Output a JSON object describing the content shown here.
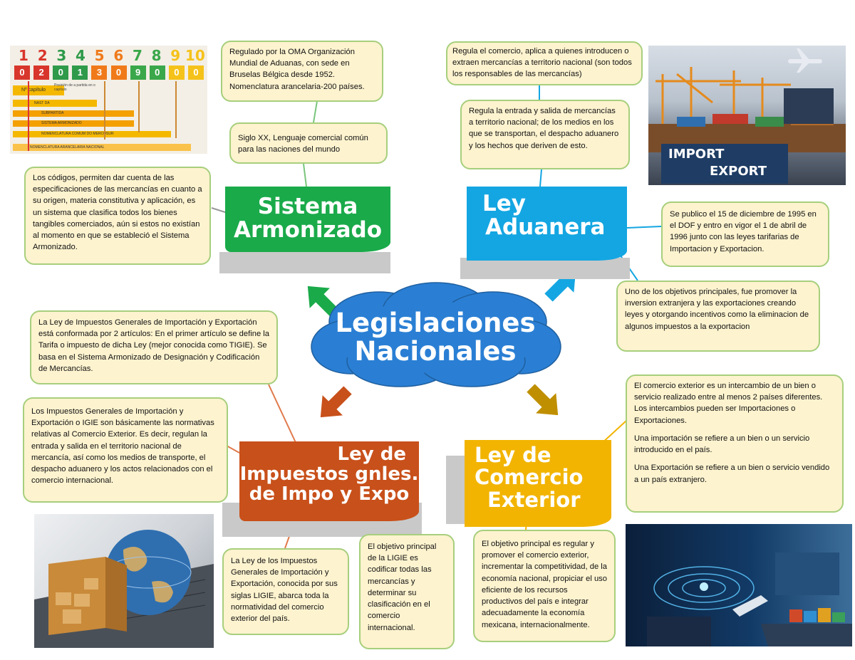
{
  "center": {
    "line1": "Legislaciones",
    "line2": "Nacionales",
    "color": "#2a7fd4"
  },
  "branches": {
    "sistema": {
      "line1": "Sistema",
      "line2": "Armonizado",
      "color": "#1aaa4a"
    },
    "aduanera": {
      "line1": "Ley",
      "line2": "Aduanera",
      "color": "#14a6e2"
    },
    "impuestos": {
      "line1": "Ley de",
      "line2": "Impuestos gnles.",
      "line3": "de Impo y Expo",
      "color": "#c8501a"
    },
    "comercio": {
      "line1": "Ley de",
      "line2": "Comercio",
      "line3": "Exterior",
      "color": "#f2b400"
    }
  },
  "notes": {
    "oma": "Regulado por la OMA Organización Mundial de Aduanas, con sede en Bruselas Bélgica desde 1952. Nomenclatura arancelaria-200 países.",
    "siglo": "Siglo XX, Lenguaje comercial común para las naciones del mundo",
    "codigos": "Los códigos, permiten dar cuenta de las especificaciones de las mercancías en cuanto a su origen, materia constitutiva y aplicación, es un sistema que clasifica todos los bienes tangibles comerciados, aún si estos no existían al momento en que se estableció el Sistema Armonizado.",
    "regula_comercio": "Regula el comercio, aplica a quienes introducen o extraen mercancías a territorio nacional (son todos los responsables de las mercancías)",
    "regula_entrada": "Regula la entrada y salida de mercancías a territorio nacional; de los medios en los que se transportan, el despacho aduanero y los hechos que deriven de esto.",
    "publico": "Se publico el 15 de diciembre de 1995 en el DOF y entro en vigor el 1 de abril de 1996 junto con las leyes tarifarias de Importacion y Exportacion.",
    "objetivos": "Uno de los objetivos principales, fue promover la inversion extranjera y las exportaciones creando leyes y otorgando incentivos como la eliminacion de algunos impuestos a la exportacion",
    "ligie_conformada": "La Ley de Impuestos Generales de Importación y Exportación está conformada por 2 artículos: En el primer artículo se define la Tarifa o impuesto de dicha Ley (mejor conocida como TIGIE). Se basa en el Sistema Armonizado de Designación y Codificación de Mercancías.",
    "ligie_basicamente": "Los Impuestos Generales de Importación y Exportación o IGIE son básicamente las normativas relativas al Comercio Exterior. Es decir, regulan la entrada y salida en el territorio nacional de mercancía, así como los medios de transporte, el despacho aduanero y los actos relacionados con el comercio internacional.",
    "ligie_abarca": "La Ley de los Impuestos Generales de Importación y Exportación, conocida por sus siglas LIGIE, abarca toda la normatividad del comercio exterior del país.",
    "ligie_objetivo": "El objetivo principal de la LIGIE es codificar todas las mercancías y determinar su clasificación en el comercio internacional.",
    "comercio_p1": "El comercio exterior es un intercambio de un bien o servicio realizado entre al menos 2 países diferentes. Los intercambios pueden ser Importaciones o Exportaciones.",
    "comercio_p2": "Una importación se refiere a un bien o un servicio introducido en el país.",
    "comercio_p3": "Una Exportación se refiere a un bien o servicio vendido a un país extranjero.",
    "comercio_objetivo": "El objetivo principal es regular y promover el comercio exterior, incrementar la competitividad, de la economía nacional, propiciar el uso eficiente de los recursos productivos del país e integrar adecuadamente la economía mexicana, internacionalmente."
  },
  "code_image": {
    "numbers": [
      "1",
      "2",
      "3",
      "4",
      "5",
      "6",
      "7",
      "8",
      "9",
      "10"
    ],
    "digits": [
      "0",
      "2",
      "0",
      "1",
      "3",
      "0",
      "9",
      "0",
      "0",
      "0"
    ],
    "labels": {
      "capitulo": "Nº capítulo",
      "partida": "Posición de a partida en o capítulo",
      "nast": "NAST DA",
      "subpartida": "SUBPARTIDA",
      "sistema": "SISTEMA ARMONIZADO",
      "nomenclatura_mercosur": "NOMENCLATURA COMUM DO MERCOSUR",
      "nomenclatura_nacional": "NOMENCLATURA ARANCELARIA NACIONAL"
    }
  },
  "port_image": {
    "sign_import": "IMPORT",
    "sign_export": "EXPORT"
  }
}
